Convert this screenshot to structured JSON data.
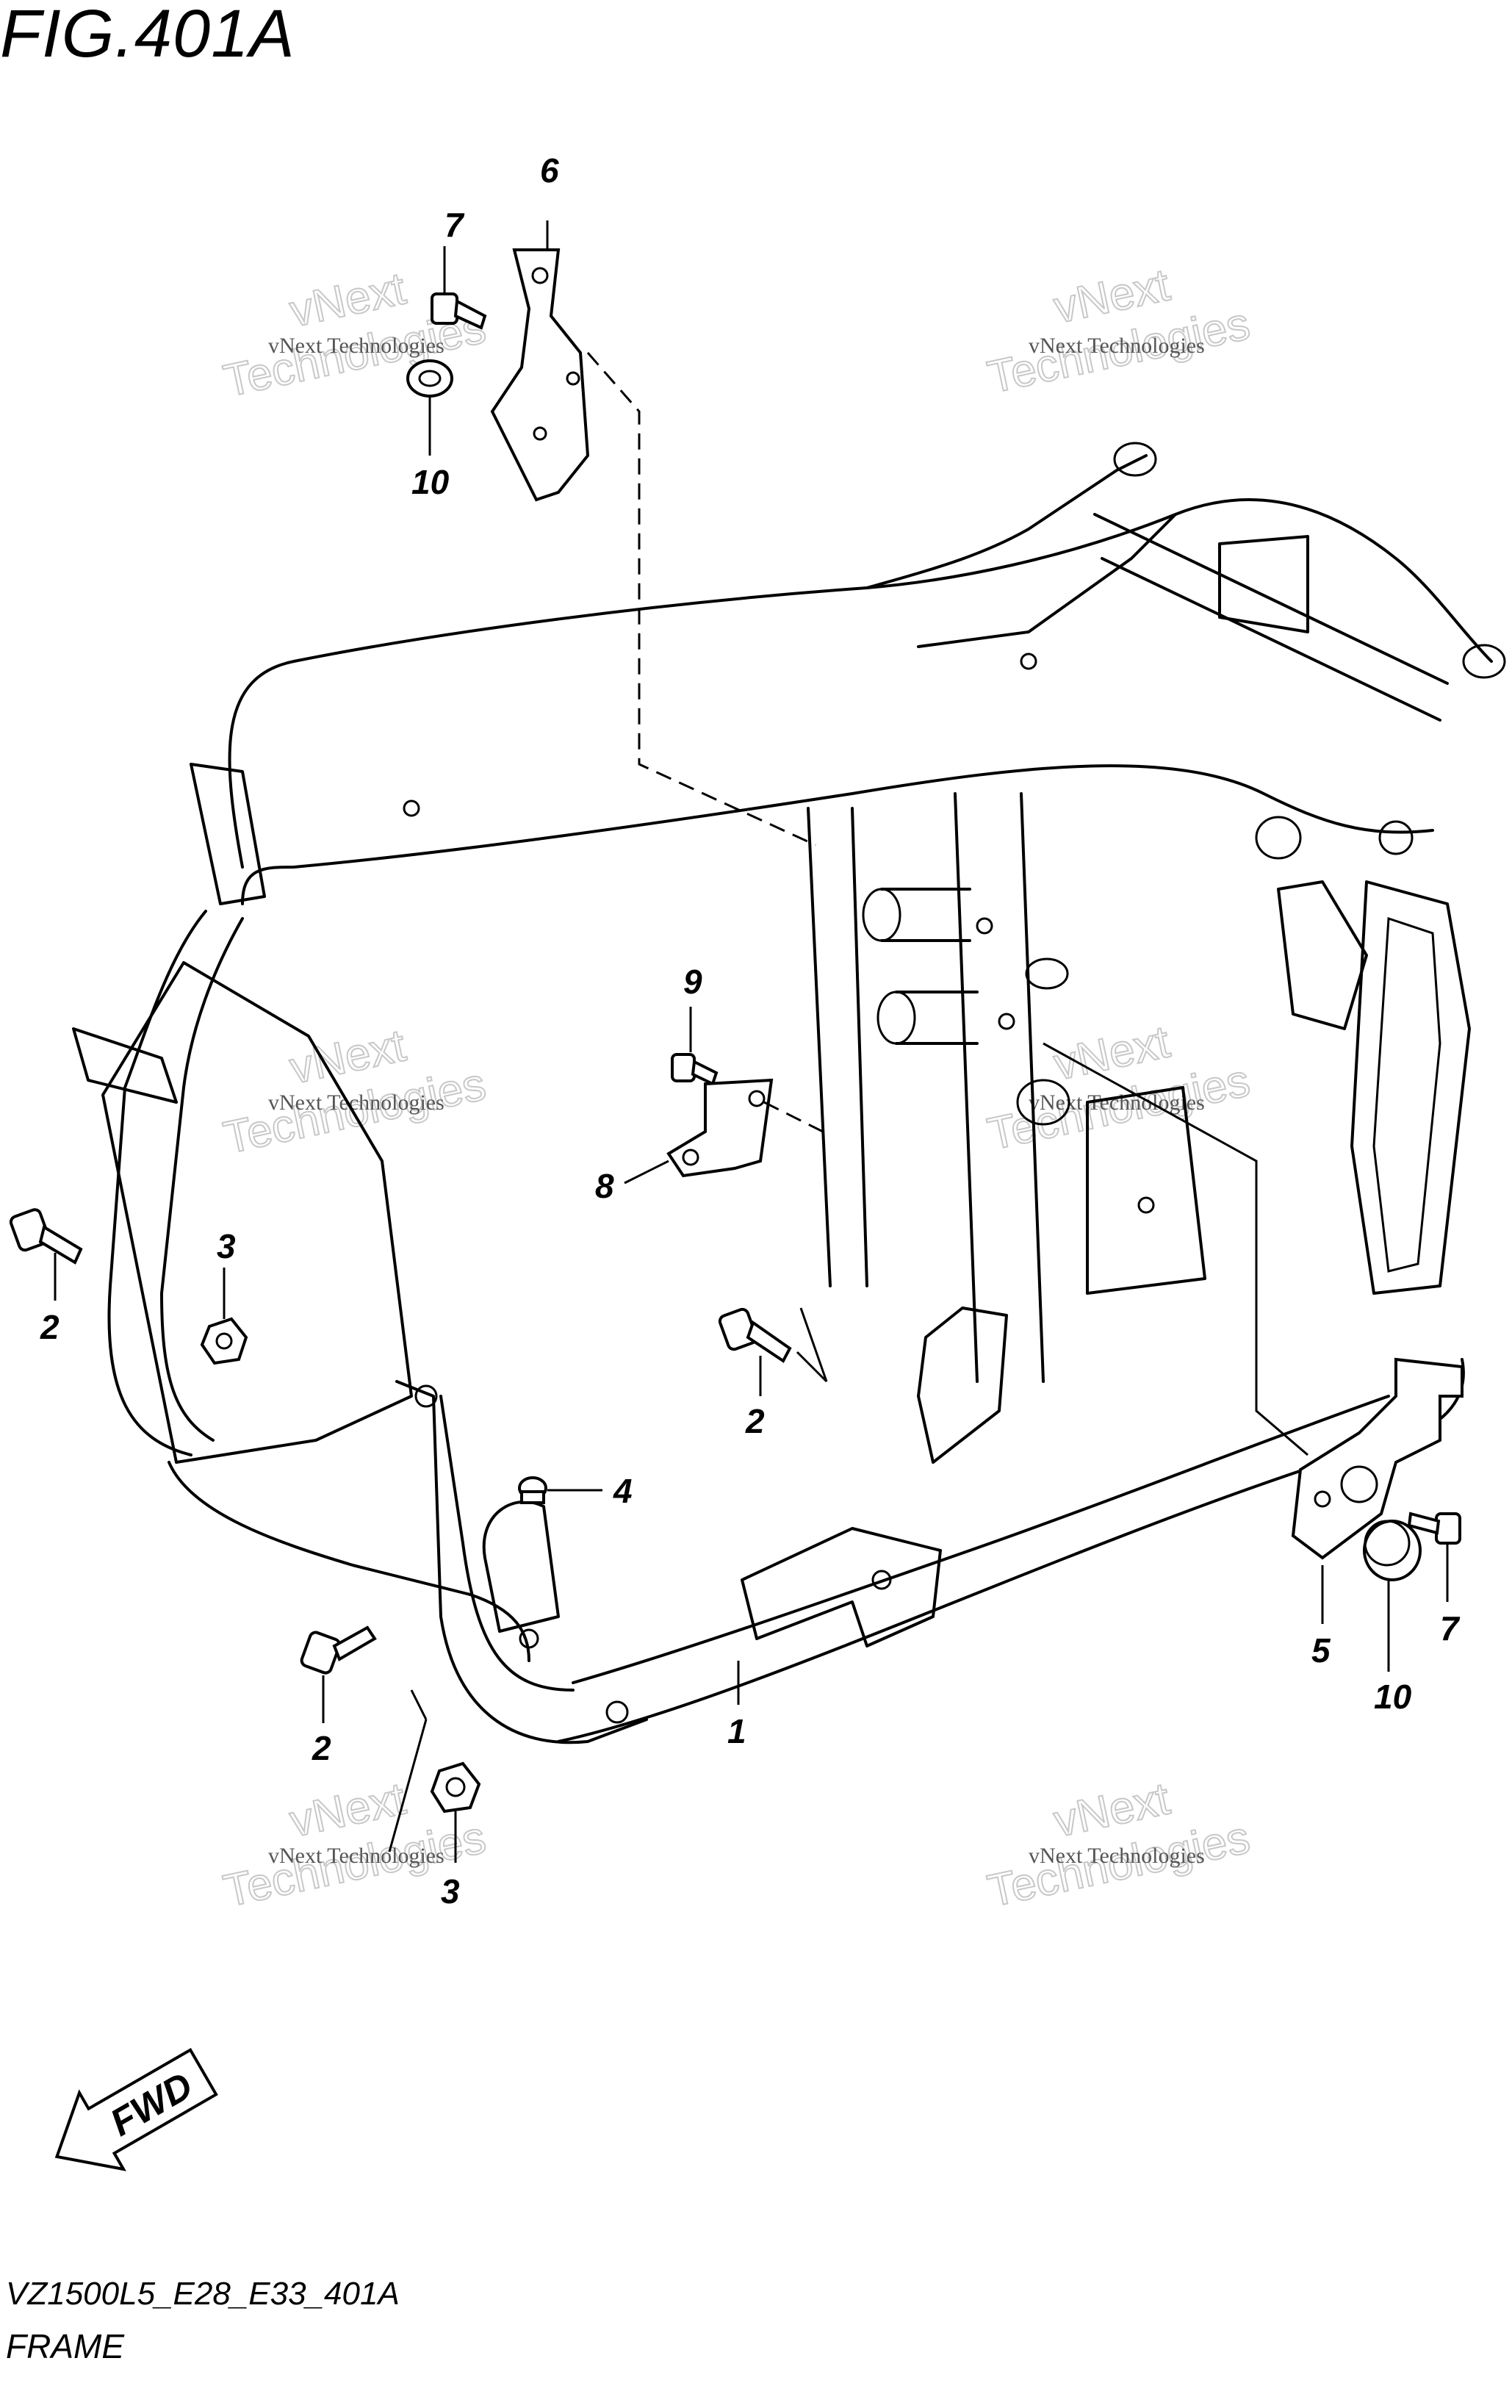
{
  "figure": {
    "title": "FIG.401A",
    "model_code": "VZ1500L5_E28_E33_401A",
    "name": "FRAME"
  },
  "direction_badge": {
    "label": "FWD"
  },
  "callouts": [
    {
      "id": "c1",
      "label": "1"
    },
    {
      "id": "c2a",
      "label": "2"
    },
    {
      "id": "c2b",
      "label": "2"
    },
    {
      "id": "c2c",
      "label": "2"
    },
    {
      "id": "c3a",
      "label": "3"
    },
    {
      "id": "c3b",
      "label": "3"
    },
    {
      "id": "c4",
      "label": "4"
    },
    {
      "id": "c5",
      "label": "5"
    },
    {
      "id": "c6",
      "label": "6"
    },
    {
      "id": "c7a",
      "label": "7"
    },
    {
      "id": "c7b",
      "label": "7"
    },
    {
      "id": "c8",
      "label": "8"
    },
    {
      "id": "c9",
      "label": "9"
    },
    {
      "id": "c10a",
      "label": "10"
    },
    {
      "id": "c10b",
      "label": "10"
    }
  ],
  "watermark": {
    "line_small": "vNext Technologies",
    "big_top": "vNext",
    "big_bottom": "Technologies"
  }
}
